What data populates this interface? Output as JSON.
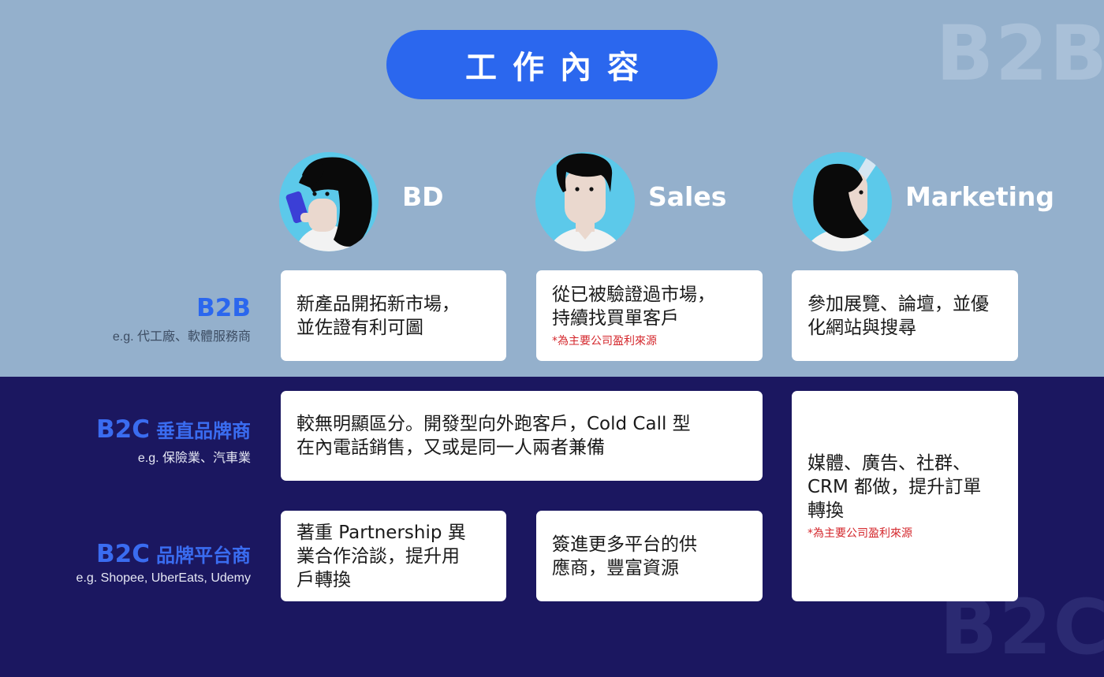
{
  "title": "工作內容",
  "watermarks": {
    "top": "B2B",
    "bottom": "B2C"
  },
  "roles": [
    {
      "name": "BD",
      "icon": "woman-phone-avatar-icon"
    },
    {
      "name": "Sales",
      "icon": "man-avatar-icon"
    },
    {
      "name": "Marketing",
      "icon": "woman-side-avatar-icon"
    }
  ],
  "rows": {
    "b2b": {
      "label": "B2B",
      "sub": "",
      "example": "e.g. 代工廠、軟體服務商"
    },
    "b2c_vertical": {
      "label": "B2C",
      "sub": "垂直品牌商",
      "example": "e.g. 保險業、汽車業"
    },
    "b2c_platform": {
      "label": "B2C",
      "sub": "品牌平台商",
      "example": "e.g. Shopee, UberEats, Udemy"
    }
  },
  "cells": {
    "b2b_bd": {
      "text": "新產品開拓新市場，\n並佐證有利可圖",
      "note": ""
    },
    "b2b_sales": {
      "text": "從已被驗證過市場，\n持續找買單客戶",
      "note": "*為主要公司盈利來源"
    },
    "b2b_marketing": {
      "text": "參加展覽、論壇，並優\n化網站與搜尋",
      "note": ""
    },
    "b2c_vertical_bd_sales": {
      "text": "較無明顯區分。開發型向外跑客戶，Cold Call 型\n在內電話銷售，又或是同一人兩者兼備",
      "note": ""
    },
    "b2c_marketing": {
      "text": "媒體、廣告、社群、\nCRM 都做，提升訂單\n轉換",
      "note": "*為主要公司盈利來源"
    },
    "b2c_platform_bd": {
      "text": "著重 Partnership 異\n業合作洽談，提升用\n戶轉換",
      "note": ""
    },
    "b2c_platform_sales": {
      "text": "簽進更多平台的供\n應商，豐富資源",
      "note": ""
    }
  },
  "colors": {
    "top_band": "#94b0cc",
    "bottom_band": "#1b1760",
    "accent_blue": "#2b67ee",
    "note_red": "#d4262b",
    "card": "#ffffff"
  }
}
